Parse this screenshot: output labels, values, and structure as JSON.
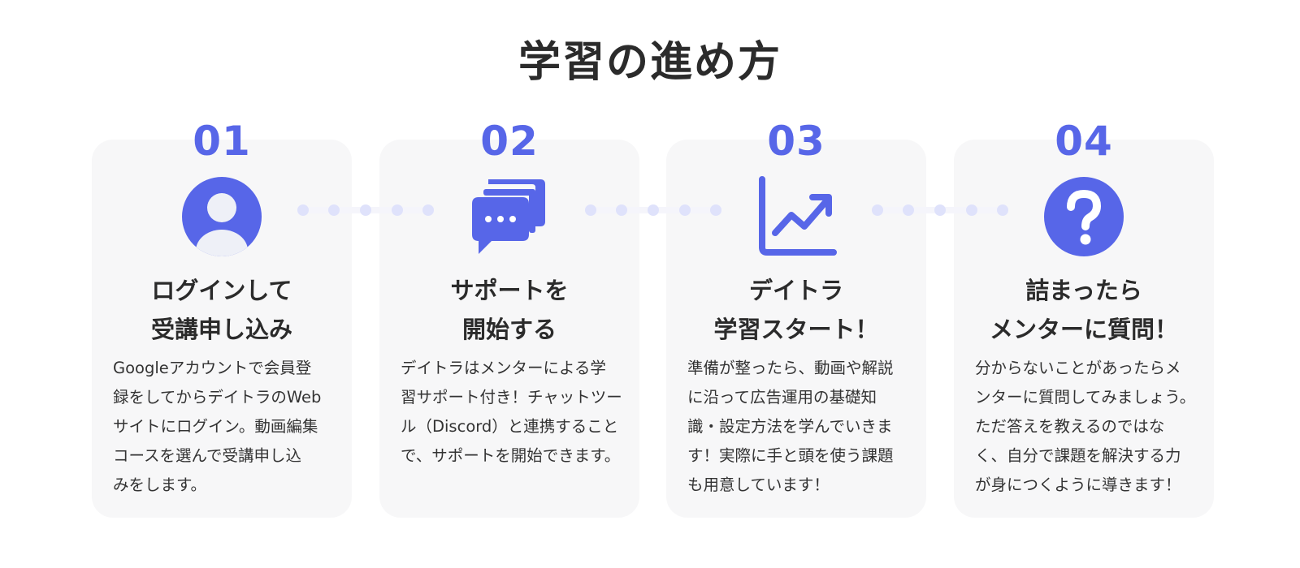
{
  "title": "学習の進め方",
  "colors": {
    "accent": "#5766e8",
    "card_bg": "#f7f7f8",
    "dot": "#dfe2fb"
  },
  "steps": [
    {
      "number": "01",
      "icon": "user-icon",
      "heading": [
        "ログインして",
        "受講申し込み"
      ],
      "body": [
        "Googleアカウントで会員登",
        "録をしてからデイトラのWeb",
        "サイトにログイン。動画編集",
        "コースを選んで受講申し込",
        "みをします。"
      ]
    },
    {
      "number": "02",
      "icon": "chat-icon",
      "heading": [
        "サポートを",
        "開始する"
      ],
      "body": [
        "デイトラはメンターによる学",
        "習サポート付き！チャットツー",
        "ル（Discord）と連携すること",
        "で、サポートを開始できます。"
      ]
    },
    {
      "number": "03",
      "icon": "growth-chart-icon",
      "heading": [
        "デイトラ",
        "学習スタート！"
      ],
      "body": [
        "準備が整ったら、動画や解説",
        "に沿って広告運用の基礎知",
        "識・設定方法を学んでいきま",
        "す！実際に手と頭を使う課題",
        "も用意しています！"
      ]
    },
    {
      "number": "04",
      "icon": "question-icon",
      "heading": [
        "詰まったら",
        "メンターに質問！"
      ],
      "body": [
        "分からないことがあったらメ",
        "ンターに質問してみましょう。",
        "ただ答えを教えるのではな",
        "く、自分で課題を解決する力",
        "が身につくように導きます！"
      ]
    }
  ]
}
